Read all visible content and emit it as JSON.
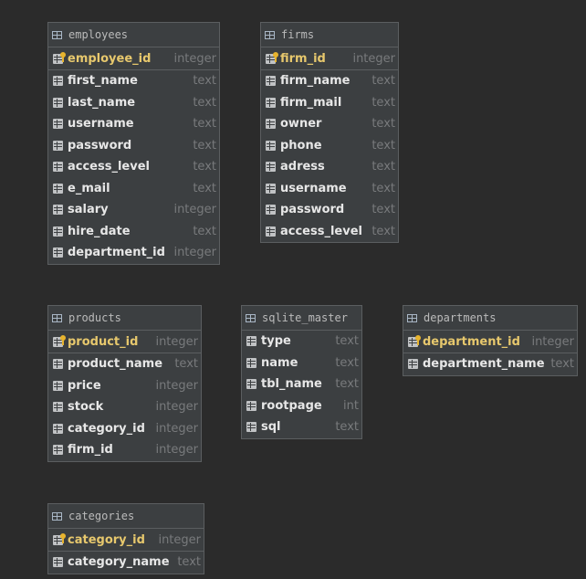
{
  "tables": {
    "employees": {
      "name": "employees",
      "columns": [
        {
          "name": "employee_id",
          "type": "integer"
        },
        {
          "name": "first_name",
          "type": "text"
        },
        {
          "name": "last_name",
          "type": "text"
        },
        {
          "name": "username",
          "type": "text"
        },
        {
          "name": "password",
          "type": "text"
        },
        {
          "name": "access_level",
          "type": "text"
        },
        {
          "name": "e_mail",
          "type": "text"
        },
        {
          "name": "salary",
          "type": "integer"
        },
        {
          "name": "hire_date",
          "type": "text"
        },
        {
          "name": "department_id",
          "type": "integer"
        }
      ]
    },
    "firms": {
      "name": "firms",
      "columns": [
        {
          "name": "firm_id",
          "type": "integer"
        },
        {
          "name": "firm_name",
          "type": "text"
        },
        {
          "name": "firm_mail",
          "type": "text"
        },
        {
          "name": "owner",
          "type": "text"
        },
        {
          "name": "phone",
          "type": "text"
        },
        {
          "name": "adress",
          "type": "text"
        },
        {
          "name": "username",
          "type": "text"
        },
        {
          "name": "password",
          "type": "text"
        },
        {
          "name": "access_level",
          "type": "text"
        }
      ]
    },
    "products": {
      "name": "products",
      "columns": [
        {
          "name": "product_id",
          "type": "integer"
        },
        {
          "name": "product_name",
          "type": "text"
        },
        {
          "name": "price",
          "type": "integer"
        },
        {
          "name": "stock",
          "type": "integer"
        },
        {
          "name": "category_id",
          "type": "integer"
        },
        {
          "name": "firm_id",
          "type": "integer"
        }
      ]
    },
    "sqlite_master": {
      "name": "sqlite_master",
      "columns": [
        {
          "name": "type",
          "type": "text"
        },
        {
          "name": "name",
          "type": "text"
        },
        {
          "name": "tbl_name",
          "type": "text"
        },
        {
          "name": "rootpage",
          "type": "int"
        },
        {
          "name": "sql",
          "type": "text"
        }
      ]
    },
    "departments": {
      "name": "departments",
      "columns": [
        {
          "name": "department_id",
          "type": "integer"
        },
        {
          "name": "department_name",
          "type": "text"
        }
      ]
    },
    "categories": {
      "name": "categories",
      "columns": [
        {
          "name": "category_id",
          "type": "integer"
        },
        {
          "name": "category_name",
          "type": "text"
        }
      ]
    }
  }
}
